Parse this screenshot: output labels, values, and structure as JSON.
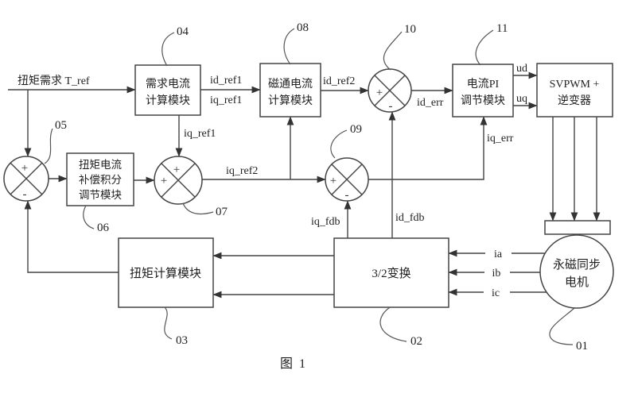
{
  "figure": {
    "caption": "图  1"
  },
  "colors": {
    "line": "#444444",
    "text": "#1f1f1f",
    "background": "#ffffff"
  },
  "blocks": {
    "demand_current": {
      "ref": "04",
      "line1": "需求电流",
      "line2": "计算模块"
    },
    "flux_current": {
      "ref": "08",
      "line1": "磁通电流",
      "line2": "计算模块"
    },
    "current_pi": {
      "ref": "11",
      "line1": "电流PI",
      "line2": "调节模块"
    },
    "svpwm_inverter": {
      "line1": "SVPWM +",
      "line2": "逆变器"
    },
    "torque_compensation": {
      "ref": "06",
      "line1": "扭矩电流",
      "line2": "补偿积分",
      "line3": "调节模块"
    },
    "torque_calc": {
      "ref": "03",
      "label": "扭矩计算模块"
    },
    "transform_32": {
      "ref": "02",
      "label": "3/2变换"
    },
    "motor": {
      "ref": "01",
      "line1": "永磁同步",
      "line2": "电机"
    }
  },
  "junctions": {
    "j05": {
      "ref": "05",
      "top": "+",
      "bottom": "-"
    },
    "j07": {
      "ref": "07",
      "top": "+",
      "left": "+"
    },
    "j09": {
      "ref": "09",
      "left": "+",
      "bottom": "-"
    },
    "j10": {
      "ref": "10",
      "left": "+",
      "bottom": "-"
    }
  },
  "signals": {
    "t_ref": "扭矩需求 T_ref",
    "id_ref1": "id_ref1",
    "iq_ref1": "iq_ref1",
    "iq_ref1_branch": "iq_ref1",
    "id_ref2": "id_ref2",
    "iq_ref2": "iq_ref2",
    "id_err": "id_err",
    "iq_err": "iq_err",
    "ud": "ud",
    "uq": "uq",
    "id_fdb": "id_fdb",
    "iq_fdb": "iq_fdb",
    "ia": "ia",
    "ib": "ib",
    "ic": "ic"
  }
}
